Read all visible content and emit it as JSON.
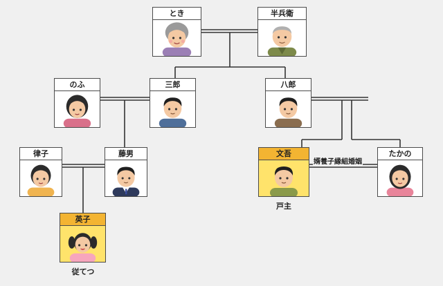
{
  "people": {
    "toki": "とき",
    "hanbee": "半兵衛",
    "nofu": "のふ",
    "saburo": "三郎",
    "hachiro": "八郎",
    "ritsuko": "律子",
    "fujio": "藤男",
    "bungo": "文吾",
    "takano": "たかの",
    "eiko": "英子"
  },
  "labels": {
    "bungo_role": "戸主",
    "eiko_role": "従てつ",
    "adoption_marriage": "婿養子縁組婚姻"
  },
  "colors": {
    "highlight_fill": "#ffe36b",
    "highlight_header": "#f3b432",
    "line": "#333333"
  }
}
